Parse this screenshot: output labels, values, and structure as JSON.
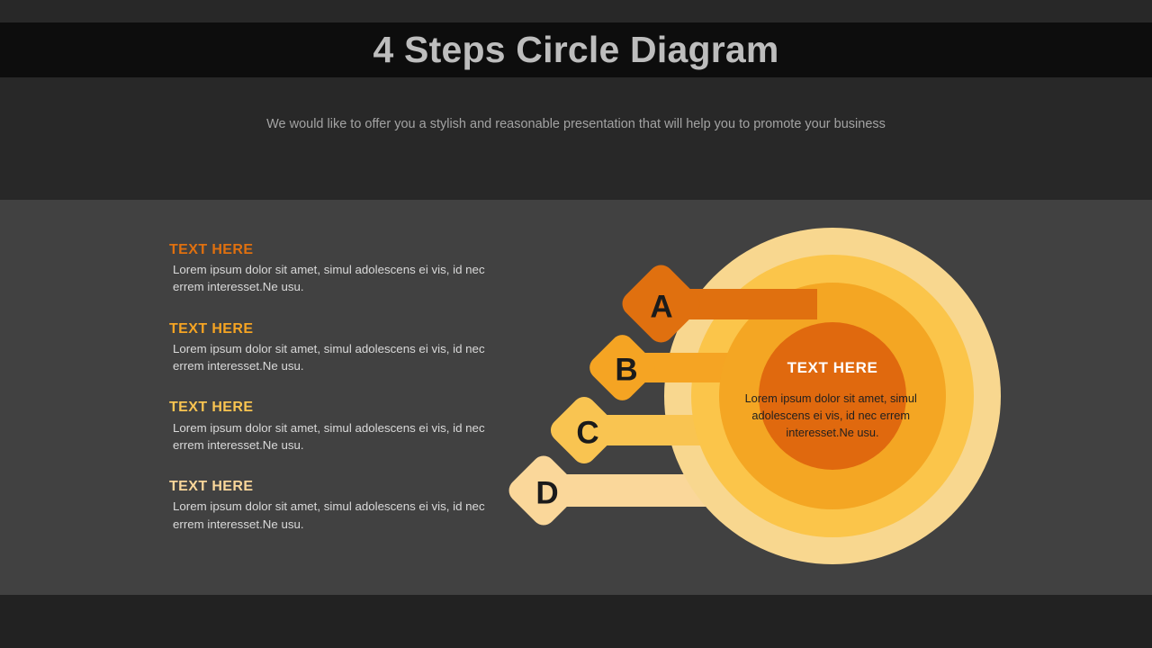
{
  "slide": {
    "title": "4 Steps Circle Diagram",
    "subtitle": "We would like to offer you a stylish and reasonable presentation that will help you to promote your business"
  },
  "colors": {
    "background_top": "#282828",
    "background_title": "#0d0d0d",
    "background_main": "#414141",
    "background_bottom": "#222222",
    "title_text": "#bdbdbd",
    "subtitle_text": "#a3a3a3",
    "body_text": "#d9d9d9",
    "step_a": "#e0700f",
    "step_b": "#f5a423",
    "step_c": "#f9c košt",
    "ring_outer": "#f8d78f",
    "ring_third": "#fbc54a",
    "ring_second": "#f4a623",
    "ring_inner": "#e0690e",
    "center_title_text": "#ffffff",
    "center_body_text": "#1f1f1f",
    "letter_text": "#1b1b1b"
  },
  "steps": [
    {
      "letter": "A",
      "heading": "TEXT HERE",
      "body": "Lorem ipsum dolor sit amet, simul adolescens ei vis, id nec errem interesset.Ne usu.",
      "color": "#e0700f"
    },
    {
      "letter": "B",
      "heading": "TEXT HERE",
      "body": "Lorem ipsum dolor sit amet, simul adolescens ei vis, id nec errem interesset.Ne usu.",
      "color": "#f5a423"
    },
    {
      "letter": "C",
      "heading": "TEXT HERE",
      "body": "Lorem ipsum dolor sit amet, simul adolescens ei vis, id nec errem interesset.Ne usu.",
      "color": "#f9c451"
    },
    {
      "letter": "D",
      "heading": "TEXT HERE",
      "body": "Lorem ipsum dolor sit amet, simul adolescens ei vis, id nec errem interesset.Ne usu.",
      "color": "#fad79a"
    }
  ],
  "center": {
    "title": "TEXT HERE",
    "body_lines": [
      "Lorem ipsum dolor sit amet, simul",
      "adolescens ei vis, id nec errem",
      "interesset.Ne usu."
    ]
  }
}
